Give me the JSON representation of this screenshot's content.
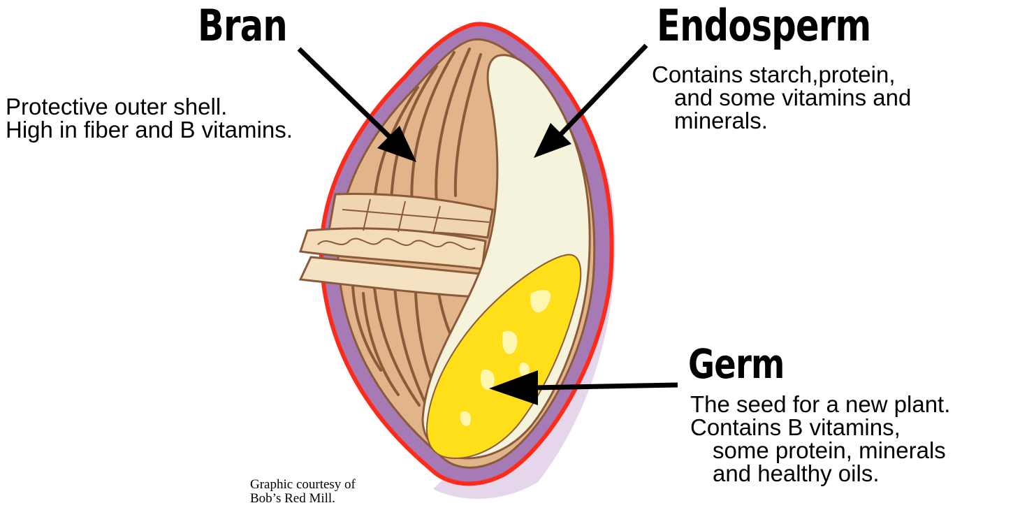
{
  "bran": {
    "title": "Bran",
    "lines": [
      "Protective outer shell.",
      "High in fiber and B vitamins."
    ]
  },
  "endosperm": {
    "title": "Endosperm",
    "lines": [
      "Contains starch,protein,",
      "and some vitamins and",
      "minerals."
    ]
  },
  "germ": {
    "title": "Germ",
    "lines": [
      "The seed for a new plant.",
      "Contains B vitamins,",
      "some protein, minerals",
      "and healthy oils."
    ]
  },
  "credit": {
    "lines": [
      "Graphic courtesy of",
      "Bob’s Red Mill."
    ]
  },
  "colors": {
    "outline": "#ff2b1a",
    "shell": "#a67bb5",
    "bran": "#e2b48a",
    "bran_lines": "#8a5a3a",
    "endosperm": "#f6f3dc",
    "germ": "#ffdf1a",
    "shadow": "#e6d6ec",
    "arrow": "#000000"
  }
}
